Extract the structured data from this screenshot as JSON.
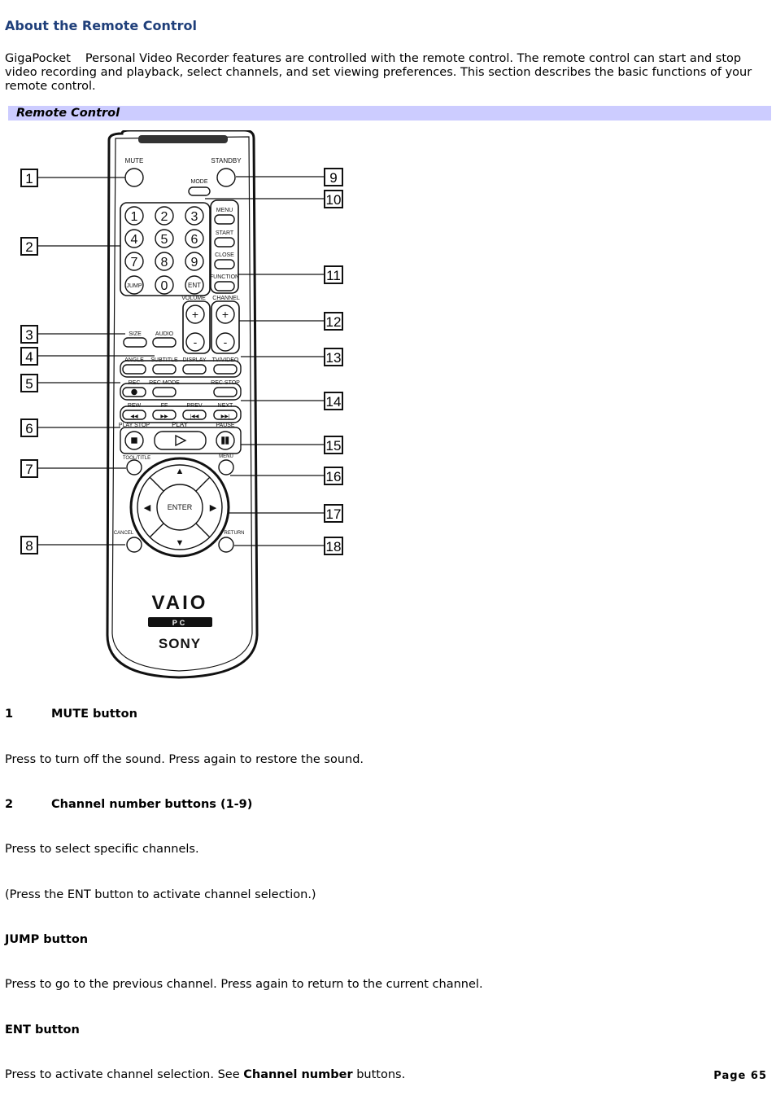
{
  "heading": "About the Remote Control",
  "intro": {
    "product": "GigaPocket",
    "text": "Personal Video Recorder features are controlled with the remote control. The remote control can start and stop video recording and playback, select channels, and set viewing preferences. This section describes the basic functions of your remote control."
  },
  "figure_bar": "Remote Control",
  "figure": {
    "callouts": [
      "1",
      "2",
      "3",
      "4",
      "5",
      "6",
      "7",
      "8",
      "9",
      "10",
      "11",
      "12",
      "13",
      "14",
      "15",
      "16",
      "17",
      "18"
    ],
    "labels": {
      "mute": "MUTE",
      "standby": "STANDBY",
      "mode": "MODE",
      "menu": "MENU",
      "start": "START",
      "close": "CLOSE",
      "function": "FUNCTION",
      "jump": "JUMP",
      "ent": "ENT",
      "zero": "0",
      "digits": [
        "1",
        "2",
        "3",
        "4",
        "5",
        "6",
        "7",
        "8",
        "9"
      ],
      "volume": "VOLUME",
      "channel": "CHANNEL",
      "plus": "+",
      "minus": "-",
      "size": "SIZE",
      "audio": "AUDIO",
      "angle": "ANGLE",
      "subtitle": "SUBTITLE",
      "display": "DISPLAY",
      "tvvideo": "TV/VIDEO",
      "rec": "REC",
      "recmode": "REC MODE",
      "recstop": "REC STOP",
      "rew": "REW",
      "ff": "FF",
      "prev": "PREV",
      "next": "NEXT",
      "playstop": "PLAY STOP",
      "play": "PLAY",
      "pause": "PAUSE",
      "tooltitle": "TOOL/TITLE",
      "menu2": "MENU",
      "enter": "ENTER",
      "cancel": "CANCEL",
      "return": "RETURN",
      "vaio": "VAIO",
      "pc": "PC",
      "sony": "SONY"
    }
  },
  "sections": [
    {
      "number": "1",
      "heading": "MUTE button",
      "paragraphs": [
        "Press to turn off the sound. Press again to restore the sound."
      ]
    },
    {
      "number": "2",
      "heading": "Channel number buttons (1-9)",
      "paragraphs": [
        "Press to select specific channels.",
        "(Press the ENT button to activate channel selection.)"
      ]
    },
    {
      "number": "",
      "heading": "JUMP button",
      "paragraphs": [
        "Press to go to the previous channel. Press again to return to the current channel."
      ]
    },
    {
      "number": "",
      "heading": "ENT button",
      "paragraphs_pre": "Press to activate channel selection. See ",
      "paragraphs_bold": "Channel number",
      "paragraphs_post": " buttons."
    }
  ],
  "footer": {
    "page": "Page 65"
  }
}
